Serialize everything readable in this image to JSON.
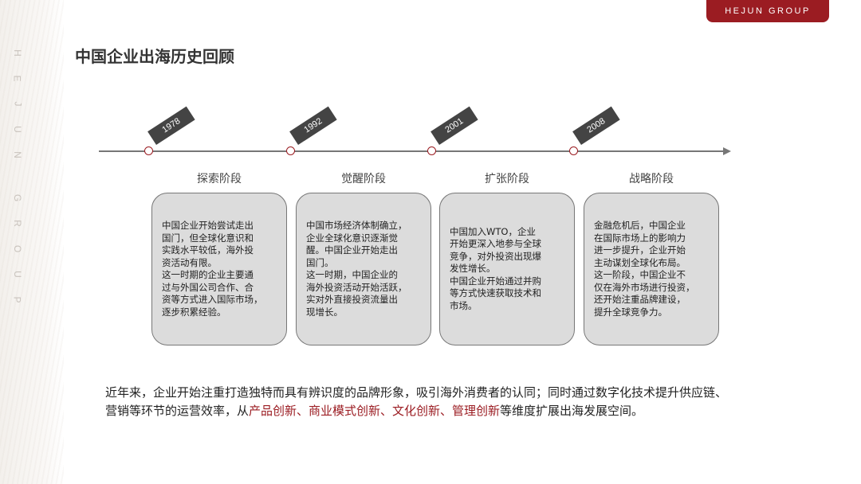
{
  "brand": {
    "badge": "HEJUN GROUP",
    "vertical_letters": [
      "H",
      "E",
      "J",
      "U",
      "N",
      "G",
      "R",
      "O",
      "U",
      "P"
    ]
  },
  "title": "中国企业出海历史回顾",
  "timeline": [
    {
      "year": "1978",
      "stage": "探索阶段",
      "text": "中国企业开始尝试走出\n国门，但全球化意识和\n实践水平较低，海外投\n资活动有限。\n这一时期的企业主要通\n过与外国公司合作、合\n资等方式进入国际市场，\n逐步积累经验。"
    },
    {
      "year": "1992",
      "stage": "觉醒阶段",
      "text": "中国市场经济体制确立，\n企业全球化意识逐渐觉\n醒。中国企业开始走出\n国门。\n这一时期，中国企业的\n海外投资活动开始活跃，\n实对外直接投资流量出\n现增长。"
    },
    {
      "year": "2001",
      "stage": "扩张阶段",
      "text": "中国加入WTO，企业\n开始更深入地参与全球\n竞争，对外投资出现爆\n发性增长。\n中国企业开始通过并购\n等方式快速获取技术和\n市场。"
    },
    {
      "year": "2008",
      "stage": "战略阶段",
      "text": "金融危机后，中国企业\n在国际市场上的影响力\n进一步提升，企业开始\n主动谋划全球化布局。\n这一阶段，中国企业不\n仅在海外市场进行投资，\n还开始注重品牌建设，\n提升全球竞争力。"
    }
  ],
  "summary": {
    "before": "近年来，企业开始注重打造独特而具有辨识度的品牌形象，吸引海外消费者的认同；同时通过数字化技术提升供应链、营销等环节的运营效率，从",
    "highlight": "产品创新、商业模式创新、文化创新、管理创新",
    "after": "等维度扩展出海发展空间。"
  },
  "colors": {
    "accent": "#9b1c22",
    "card_bg": "#dcdcdc",
    "flag_bg": "#444444"
  }
}
